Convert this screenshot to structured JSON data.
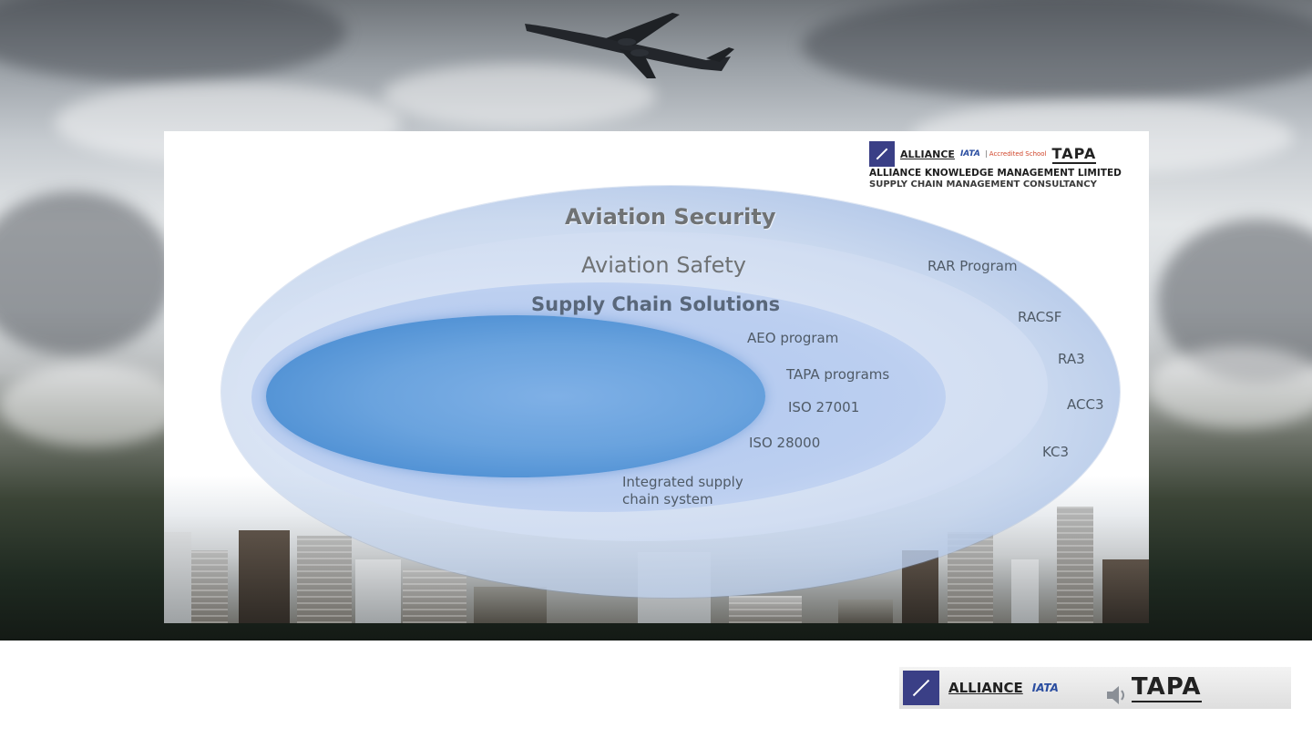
{
  "slide": {
    "logo": {
      "alliance": "ALLIANCE",
      "iata": "IATA",
      "accredited": "Accredited School",
      "tapa": "TAPA",
      "company_name": "ALLIANCE KNOWLEDGE MANAGEMENT LIMITED",
      "company_sub": "SUPPLY CHAIN MANAGEMENT CONSULTANCY"
    },
    "diagram": {
      "outer": "Aviation Security",
      "second": "Aviation Safety",
      "third": "Supply Chain Solutions",
      "security_items": [
        "RAR Program",
        "RACSF",
        "RA3",
        "ACC3",
        "KC3"
      ],
      "supply_items": [
        "AEO program",
        "TAPA programs",
        "ISO 27001",
        "ISO 28000"
      ],
      "integrated_line1": "Integrated supply",
      "integrated_line2": "chain system"
    }
  },
  "footer": {
    "alliance": "ALLIANCE",
    "iata": "IATA",
    "tapa": "TAPA"
  },
  "colors": {
    "core_blue": "#4d8fd3",
    "label_gray": "#6f7274",
    "brand_navy": "#3a3f86"
  },
  "icons": [
    "airplane-icon",
    "alliance-logo-icon",
    "iata-logo-icon",
    "speaker-icon"
  ]
}
